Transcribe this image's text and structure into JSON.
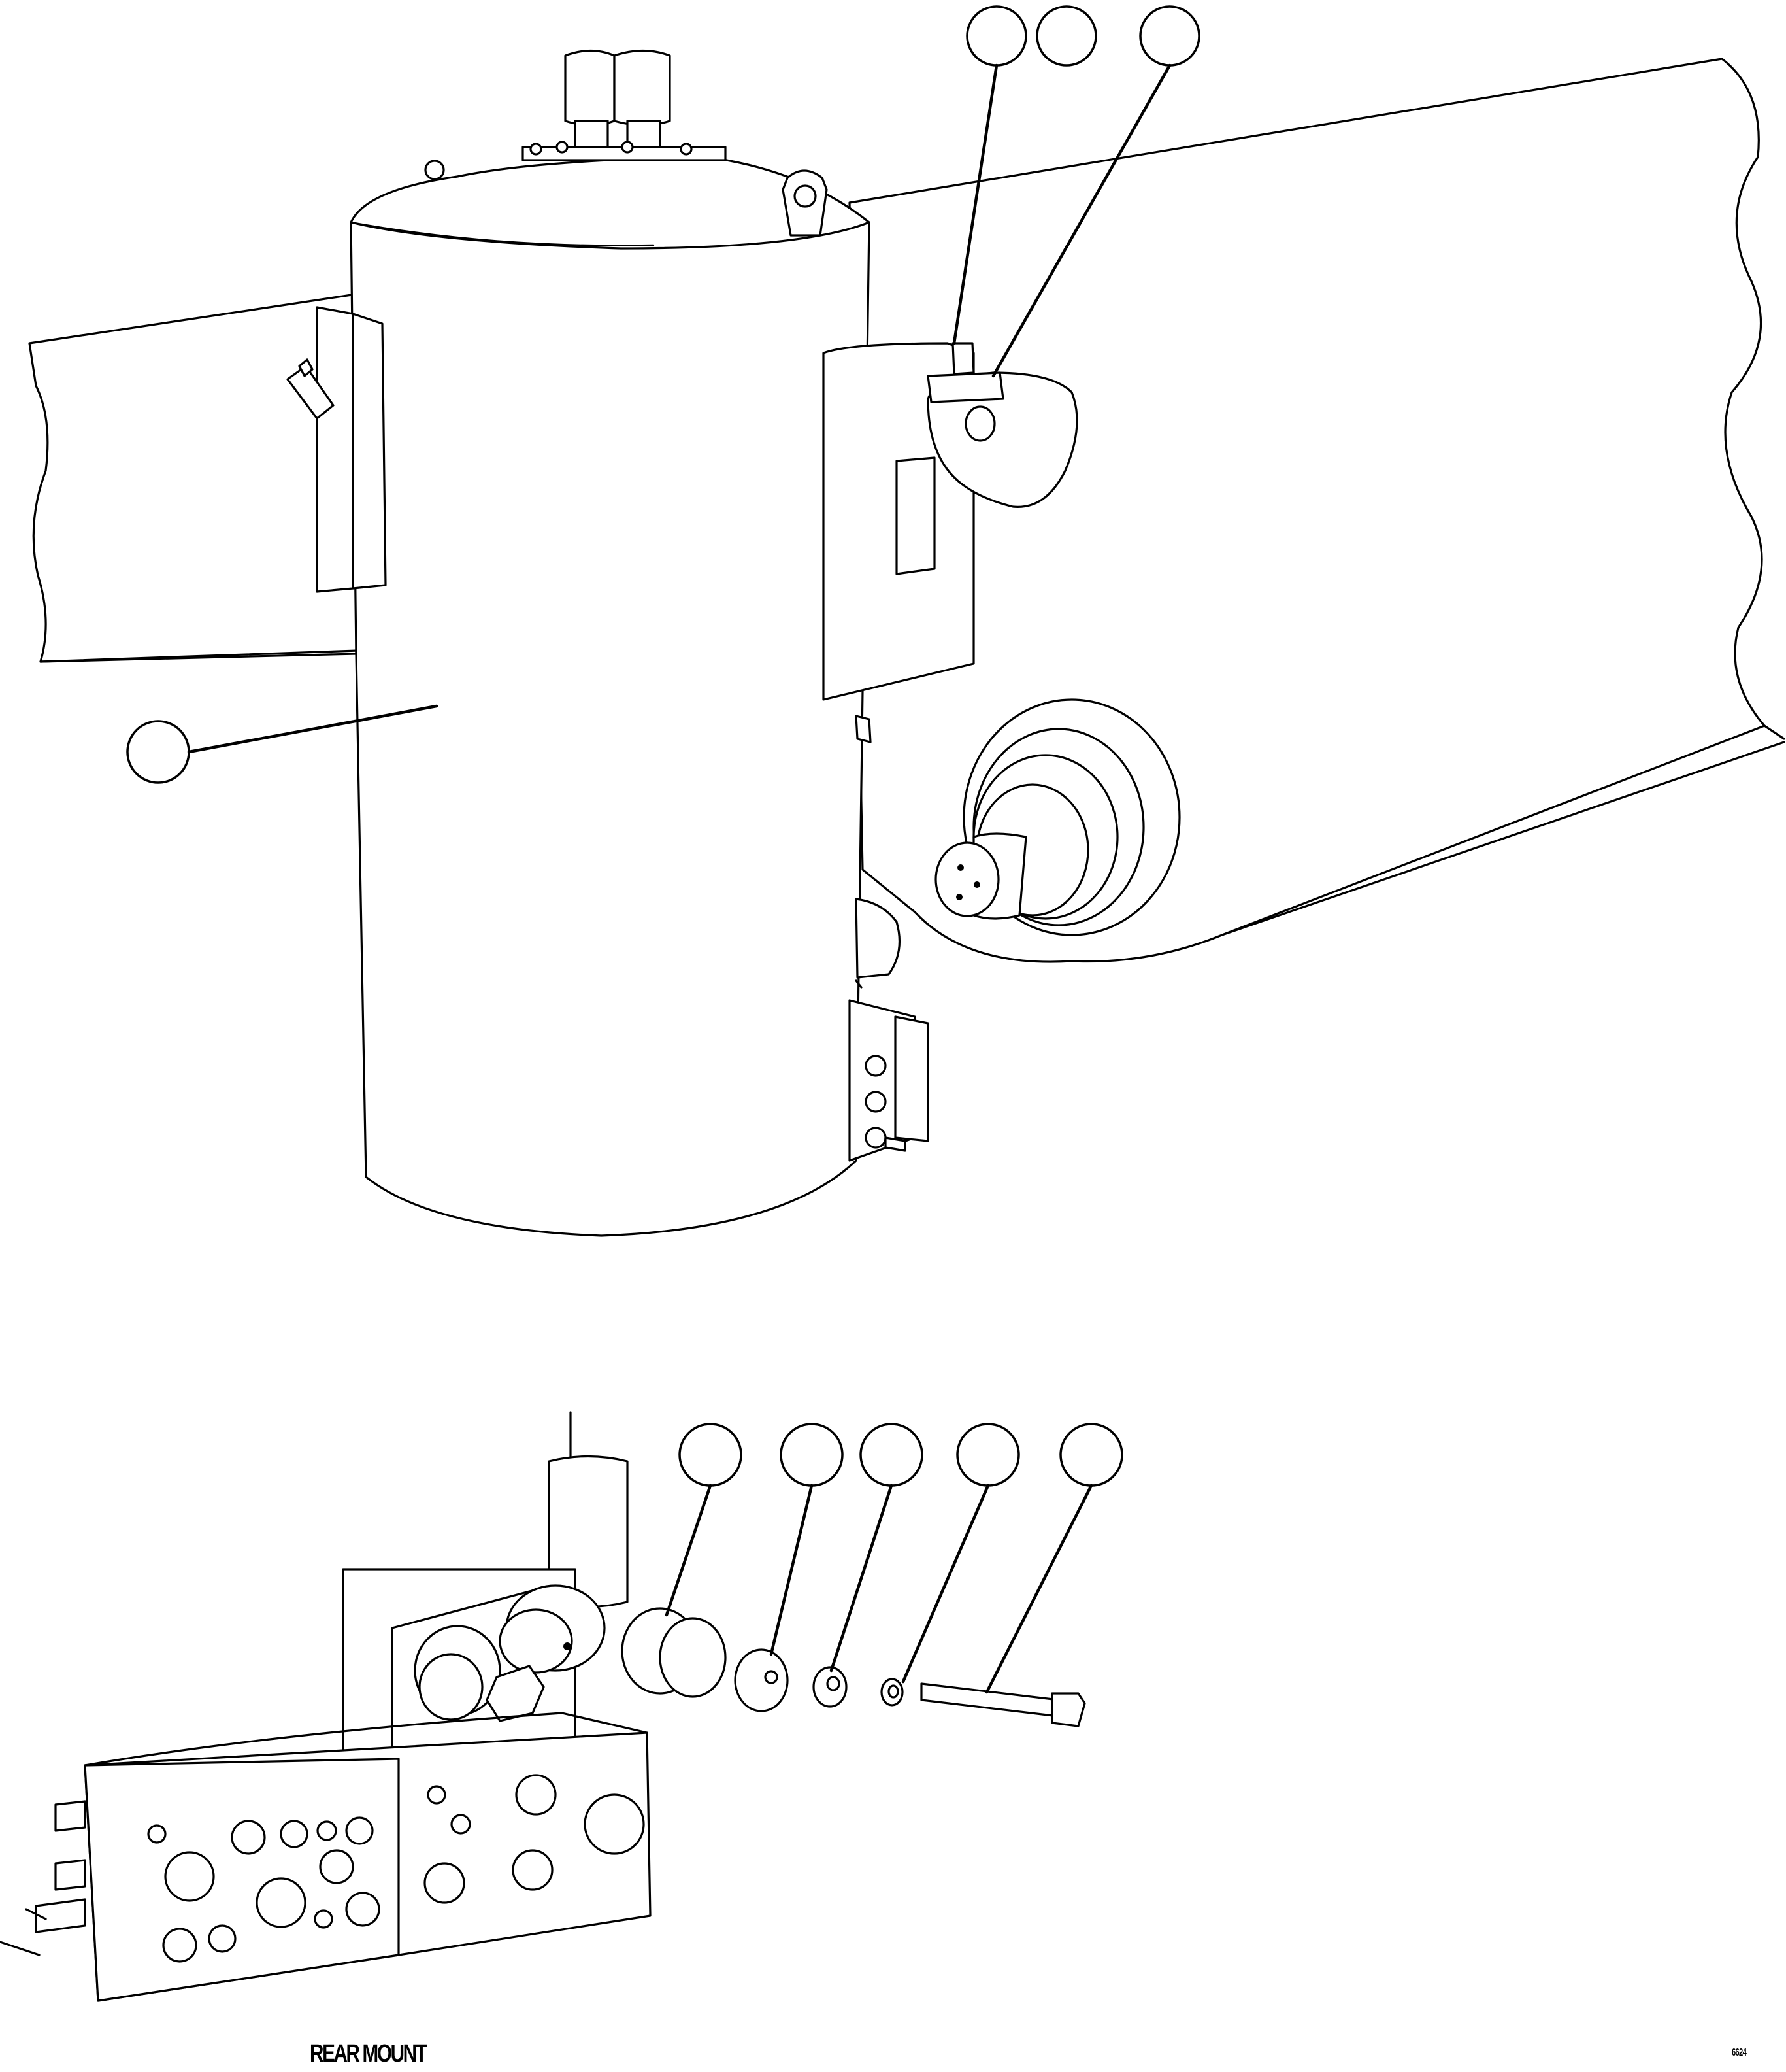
{
  "caption": "REAR MOUNT",
  "figure_number": "6624",
  "callouts": {
    "count": 9
  }
}
